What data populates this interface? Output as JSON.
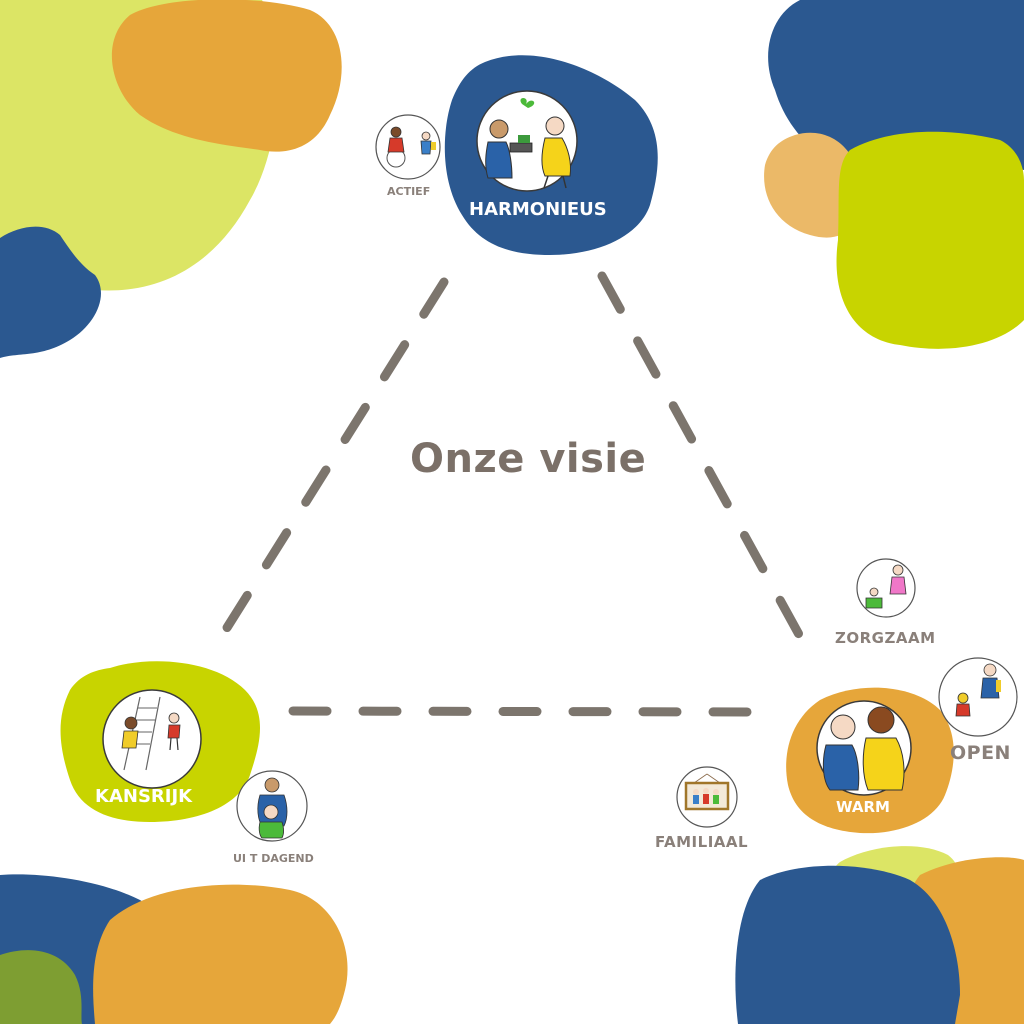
{
  "title": "Onze visie",
  "values": {
    "harmonieus": "HARMONIEUS",
    "kansrijk": "KANSRIJK",
    "warm": "WARM"
  },
  "sub_values": {
    "actief": "ACTIEF",
    "uitdagend": "UI T DAGEND",
    "zorgzaam": "ZORGZAAM",
    "open": "OPEN",
    "familiaal": "FAMILIAAL"
  },
  "colors": {
    "navy": "#2b5890",
    "orange": "#e6a63a",
    "lime": "#c8d400",
    "pale_lime": "#dce565",
    "light_orange": "#ebb968",
    "olive": "#7e9e32",
    "text_grey": "#7b7068",
    "dash": "#7c756d"
  }
}
